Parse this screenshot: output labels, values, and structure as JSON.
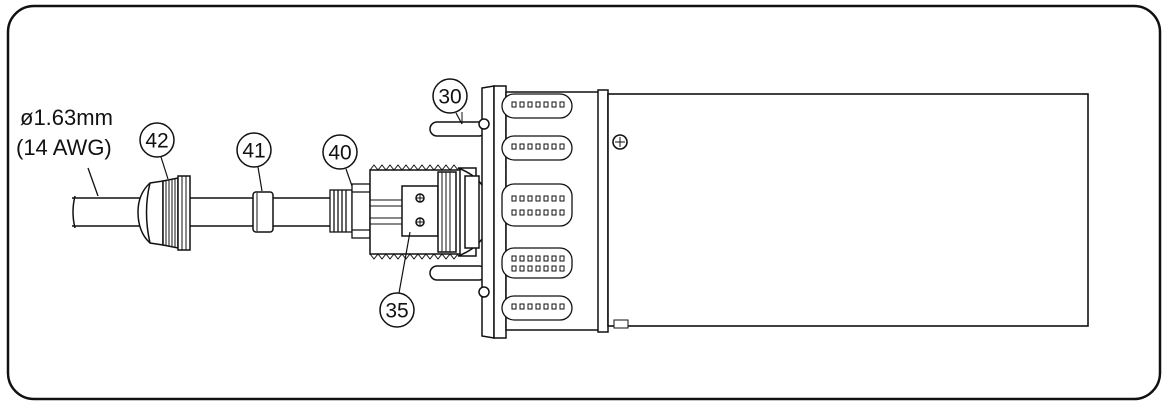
{
  "spec": {
    "diameter": "ø1.63mm",
    "gauge": "(14 AWG)"
  },
  "callouts": {
    "c30": "30",
    "c35": "35",
    "c40": "40",
    "c41": "41",
    "c42": "42"
  },
  "colors": {
    "ink": "#111111",
    "background": "#ffffff"
  }
}
